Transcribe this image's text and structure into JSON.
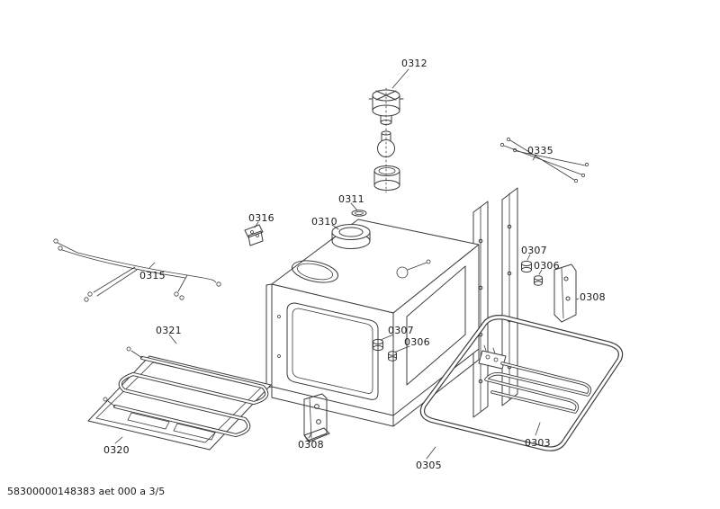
{
  "document": {
    "footer_text": "58300000148383 aet 000 a 3/5",
    "page_background": "#ffffff",
    "line_color": "#3c3c3c"
  },
  "diagram": {
    "type": "exploded-parts-diagram",
    "subject": "built-in oven cavity with lamp assembly, heating elements, brackets and wiring harnesses",
    "part_labels": [
      {
        "text": "0312"
      },
      {
        "text": "0335"
      },
      {
        "text": "0311"
      },
      {
        "text": "0310"
      },
      {
        "text": "0316"
      },
      {
        "text": "0315"
      },
      {
        "text": "0307"
      },
      {
        "text": "0306"
      },
      {
        "text": "0308"
      },
      {
        "text": "0321"
      },
      {
        "text": "0307"
      },
      {
        "text": "0306"
      },
      {
        "text": "0320"
      },
      {
        "text": "0308"
      },
      {
        "text": "0303"
      },
      {
        "text": "0305"
      }
    ]
  }
}
